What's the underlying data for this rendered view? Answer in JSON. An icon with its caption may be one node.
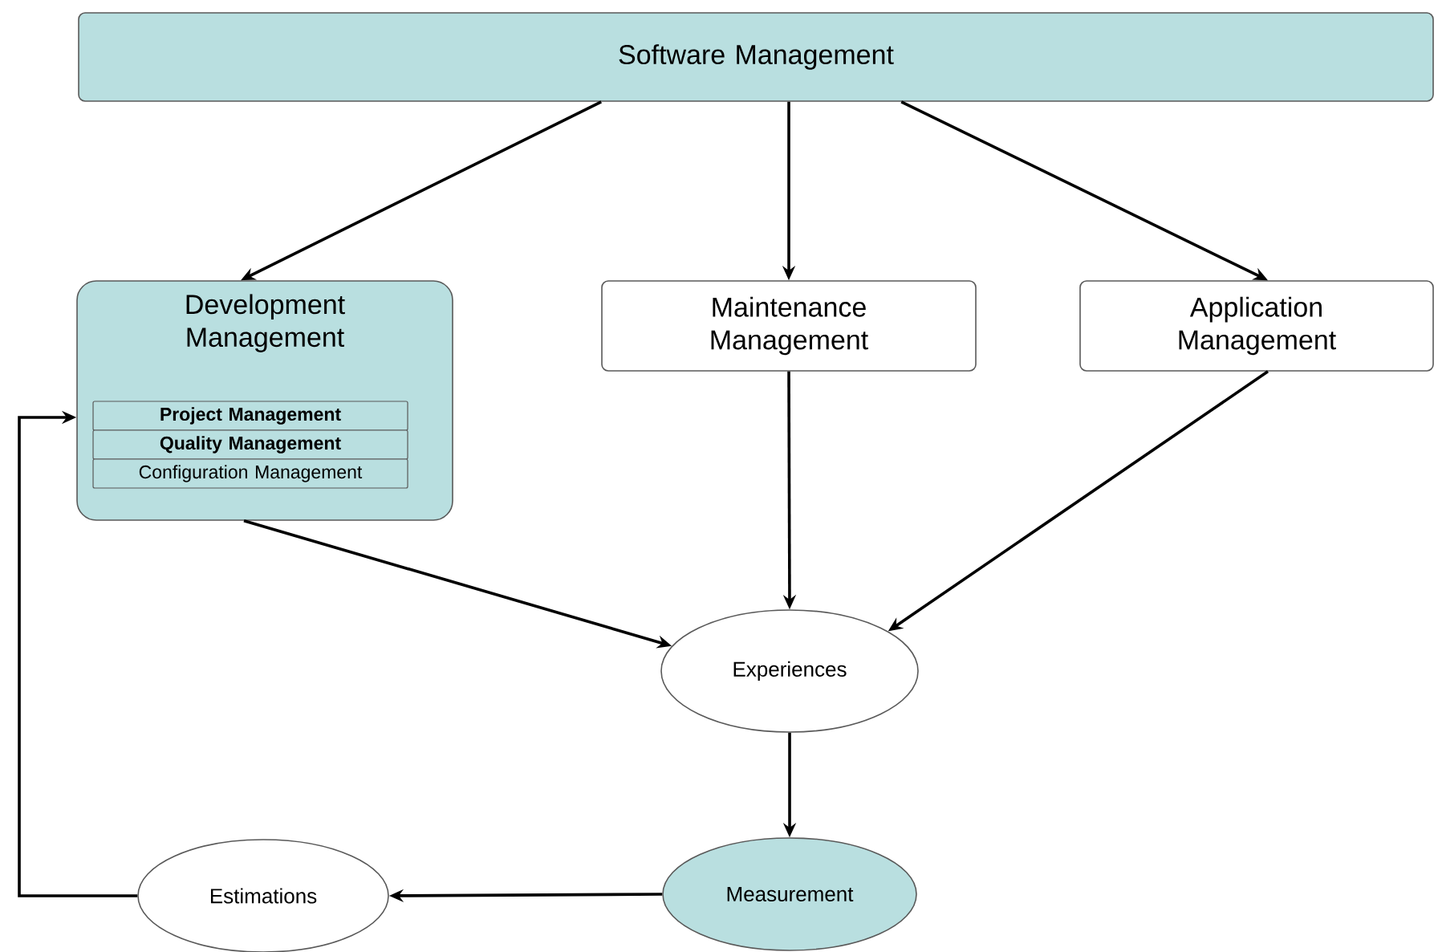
{
  "diagram": {
    "nodes": [
      {
        "text": [
          "Software Management"
        ]
      },
      {
        "text": [
          "Development Management"
        ]
      },
      {
        "text": [
          "Project Management"
        ],
        "in": 1
      },
      {
        "text": [
          "Quality Management"
        ],
        "in": 1
      },
      {
        "text": [
          "Configuration Management"
        ],
        "in": 1
      },
      {
        "text": [
          "Maintenance Management"
        ]
      },
      {
        "text": [
          "Application Management"
        ]
      },
      {
        "text": [
          "Experiences"
        ]
      },
      {
        "text": [
          "Estimations"
        ]
      },
      {
        "text": [
          "Measurement"
        ]
      }
    ],
    "edges": [
      {
        "from": 0,
        "to": 1,
        "arrow": "to"
      },
      {
        "from": 0,
        "to": 5,
        "arrow": "to"
      },
      {
        "from": 0,
        "to": 6,
        "arrow": "to"
      },
      {
        "from": 1,
        "to": 7,
        "arrow": "to"
      },
      {
        "from": 5,
        "to": 7,
        "arrow": "to"
      },
      {
        "from": 6,
        "to": 7,
        "arrow": "to"
      },
      {
        "from": 7,
        "to": 9,
        "arrow": "to"
      },
      {
        "from": 9,
        "to": 8,
        "arrow": "to"
      },
      {
        "from": 8,
        "to": 1,
        "arrow": "to"
      }
    ]
  }
}
